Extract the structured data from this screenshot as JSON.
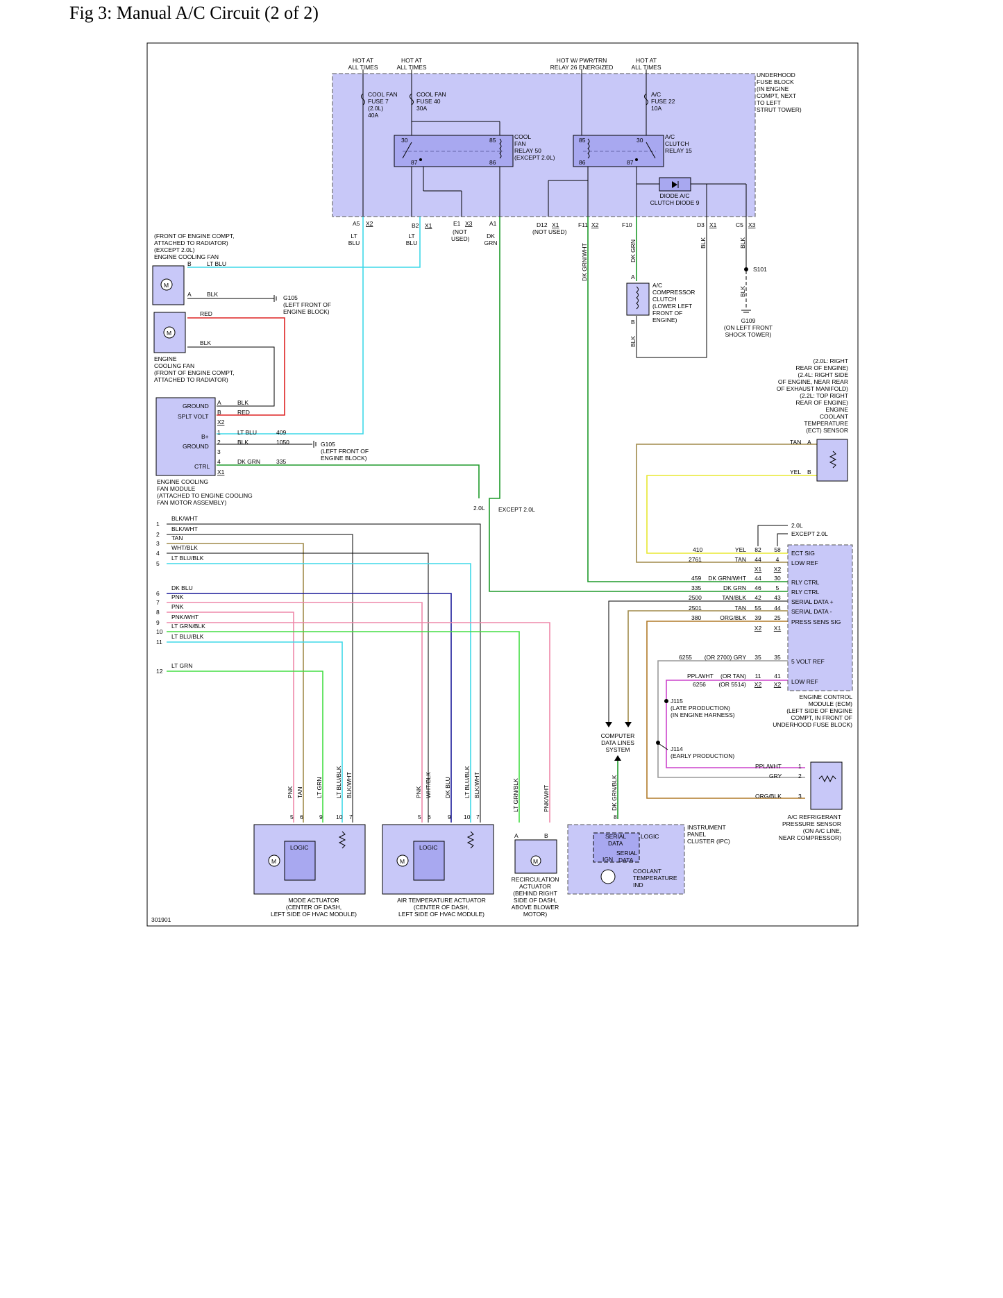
{
  "title": "Fig 3: Manual A/C Circuit (2 of 2)",
  "figure_id": "301901",
  "power": {
    "hot1": [
      "HOT AT",
      "ALL TIMES"
    ],
    "hot2": [
      "HOT AT",
      "ALL TIMES"
    ],
    "hot3": [
      "HOT W/ PWR/TRN",
      "RELAY 26 ENERGIZED"
    ],
    "hot4": [
      "HOT AT",
      "ALL TIMES"
    ]
  },
  "fuse_block": [
    "UNDERHOOD",
    "FUSE BLOCK",
    "(IN ENGINE",
    "COMPT, NEXT",
    "TO LEFT",
    "STRUT TOWER)"
  ],
  "fuses": {
    "f7": [
      "COOL FAN",
      "FUSE 7",
      "(2.0L)",
      "40A"
    ],
    "f40": [
      "COOL FAN",
      "FUSE 40",
      "30A"
    ],
    "f22": [
      "A/C",
      "FUSE 22",
      "10A"
    ]
  },
  "relays": {
    "r50": [
      "COOL",
      "FAN",
      "RELAY 50",
      "(EXCEPT 2.0L)"
    ],
    "r15": [
      "A/C",
      "CLUTCH",
      "RELAY 15"
    ],
    "pins": {
      "p30": "30",
      "p85": "85",
      "p87": "87",
      "p86": "86"
    }
  },
  "diode": [
    "DIODE A/C",
    "CLUTCH DIODE 9"
  ],
  "fb_conn": {
    "a5": "A5",
    "x2": "X2",
    "b2": "B2",
    "x1": "X1",
    "e1": "E1",
    "x3": "X3",
    "a1": "A1",
    "d12": "D12",
    "f11": "F11",
    "f10": "F10",
    "d3": "D3",
    "c5": "C5",
    "not_used": [
      "(NOT",
      "USED)"
    ],
    "not_used2": "(NOT USED)"
  },
  "wires": {
    "lt_blu": "LT BLU",
    "lt": "LT",
    "blu": "BLU",
    "dk": "DK",
    "grn": "GRN",
    "dk_grn": "DK GRN",
    "dk_grnwht": "DK GRN/WHT",
    "blk": "BLK",
    "red": "RED",
    "tan": "TAN",
    "yel": "YEL",
    "pnk": "PNK",
    "lt_grn": "LT GRN",
    "lt_blublk": "LT BLU/BLK",
    "blkwht": "BLK/WHT",
    "whtblk": "WHT/BLK",
    "dk_blu": "DK BLU",
    "lt_grnblk": "LT GRN/BLK",
    "pnkwht": "PNK/WHT",
    "dk_grnblk": "DK GRN/BLK",
    "whtblk2": "WHT/BLK",
    "lt_blublk2": "LT BLU/BLK",
    "pplwht": "PPL/WHT",
    "gry": "GRY",
    "orgblk": "ORG/BLK"
  },
  "fan_motor1": [
    "(FRONT OF ENGINE COMPT,",
    "ATTACHED TO RADIATOR)",
    "(EXCEPT 2.0L)",
    "ENGINE COOLING FAN"
  ],
  "fan_motor2": [
    "ENGINE",
    "COOLING FAN",
    "(FRONT OF ENGINE COMPT,",
    "ATTACHED TO RADIATOR)"
  ],
  "g105a": [
    "G105",
    "(LEFT FRONT OF",
    "ENGINE BLOCK)"
  ],
  "g105b": [
    "G105",
    "(LEFT FRONT OF",
    "ENGINE BLOCK)"
  ],
  "fan_module": {
    "pins": [
      "GROUND",
      "SPLT VOLT",
      "B+",
      "GROUND",
      "CTRL"
    ],
    "label": [
      "ENGINE COOLING",
      "FAN MODULE",
      "(ATTACHED TO ENGINE COOLING",
      "FAN MOTOR ASSEMBLY)"
    ],
    "circuits": [
      "409",
      "1050",
      "335"
    ],
    "pin_a": "A",
    "pin_b": "B",
    "p1": "1",
    "p2": "2",
    "p3": "3",
    "p4": "4"
  },
  "ac_clutch": [
    "A/C",
    "COMPRESSOR",
    "CLUTCH",
    "(LOWER LEFT",
    "FRONT OF",
    "ENGINE)"
  ],
  "s101": "S101",
  "g109": [
    "G109",
    "(ON LEFT FRONT",
    "SHOCK TOWER)"
  ],
  "ect_sensor": [
    "(2.0L: RIGHT",
    "REAR OF ENGINE)",
    "(2.4L: RIGHT SIDE",
    "OF ENGINE, NEAR REAR",
    "OF EXHAUST MANIFOLD)",
    "(2.2L: TOP RIGHT",
    "REAR OF ENGINE)",
    "ENGINE",
    "COOLANT",
    "TEMPERATURE",
    "(ECT) SENSOR"
  ],
  "splice": {
    "l20": "2.0L",
    "except": "EXCEPT 2.0L"
  },
  "harness_rows": [
    {
      "n": "1",
      "c": "BLK/WHT"
    },
    {
      "n": "2",
      "c": "BLK/WHT"
    },
    {
      "n": "3",
      "c": "TAN"
    },
    {
      "n": "4",
      "c": "WHT/BLK"
    },
    {
      "n": "5",
      "c": "LT BLU/BLK"
    },
    {
      "n": "6",
      "c": "DK BLU"
    },
    {
      "n": "7",
      "c": "PNK"
    },
    {
      "n": "8",
      "c": "PNK"
    },
    {
      "n": "9",
      "c": "PNK/WHT"
    },
    {
      "n": "10",
      "c": "LT GRN/BLK"
    },
    {
      "n": "11",
      "c": "LT BLU/BLK"
    },
    {
      "n": "12",
      "c": "LT GRN"
    }
  ],
  "ecm_rows": [
    {
      "circ": "410",
      "col": "YEL",
      "a": "82",
      "b": "58",
      "name": "ECT SIG"
    },
    {
      "circ": "2761",
      "col": "TAN",
      "a": "44",
      "b": "4",
      "name": "LOW REF"
    },
    {
      "circ": "459",
      "col": "DK GRN/WHT",
      "a": "44",
      "b": "30",
      "name": "RLY CTRL"
    },
    {
      "circ": "335",
      "col": "DK GRN",
      "a": "46",
      "b": "5",
      "name": "RLY CTRL"
    },
    {
      "circ": "2500",
      "col": "TAN/BLK",
      "a": "42",
      "b": "43",
      "name": "SERIAL DATA +"
    },
    {
      "circ": "2501",
      "col": "TAN",
      "a": "55",
      "b": "44",
      "name": "SERIAL DATA -"
    },
    {
      "circ": "380",
      "col": "ORG/BLK",
      "a": "39",
      "b": "25",
      "name": "PRESS SENS SIG"
    }
  ],
  "ecm": {
    "legend_20": "2.0L",
    "legend_ex": "EXCEPT 2.0L",
    "x1": "X1",
    "x2": "X2",
    "r8_circ": "6255",
    "r8_col": "(OR 2700) GRY",
    "r8_a": "35",
    "r8_b": "35",
    "r8_name": "5 VOLT REF",
    "r9_col1": "PPL/WHT",
    "r9_col2": "(OR TAN)",
    "r9_a": "11",
    "r9_b": "41",
    "r10_circ": "6256",
    "r10_col": "(OR 5514)",
    "r10_name": "LOW REF",
    "label": [
      "ENGINE CONTROL",
      "MODULE (ECM)",
      "(LEFT SIDE OF ENGINE",
      "COMPT, IN FRONT OF",
      "UNDERHOOD FUSE BLOCK)"
    ]
  },
  "j115": [
    "J115",
    "(LATE PRODUCTION)",
    "(IN ENGINE HARNESS)"
  ],
  "j114": [
    "J114",
    "(EARLY PRODUCTION)"
  ],
  "cdl": [
    "COMPUTER",
    "DATA LINES",
    "SYSTEM"
  ],
  "pressure_sensor": [
    "A/C REFRIGERANT",
    "PRESSURE SENSOR",
    "(ON A/C LINE,",
    "NEAR COMPRESSOR)"
  ],
  "ps_pins": [
    "1",
    "2",
    "3"
  ],
  "ipc": {
    "label": [
      "INSTRUMENT",
      "PANEL",
      "CLUSTER (IPC)"
    ],
    "serial1": [
      "SERIAL",
      "DATA"
    ],
    "serial2": [
      "SERIAL",
      "DATA"
    ],
    "ign": "IGN",
    "logic": "LOGIC",
    "coolant": [
      "COOLANT",
      "TEMPERATURE",
      "IND"
    ],
    "pin": "8"
  },
  "mode_actuator": {
    "label": [
      "MODE ACTUATOR",
      "(CENTER OF DASH,",
      "LEFT SIDE OF HVAC MODULE)"
    ],
    "logic": "LOGIC",
    "pins": [
      "5",
      "6",
      "9",
      "10",
      "7"
    ]
  },
  "air_actuator": {
    "label": [
      "AIR TEMPERATURE ACTUATOR",
      "(CENTER OF DASH,",
      "LEFT SIDE OF HVAC MODULE)"
    ],
    "logic": "LOGIC",
    "pins": [
      "5",
      "6",
      "9",
      "10",
      "7"
    ]
  },
  "recirc": {
    "label": [
      "RECIRCULATION",
      "ACTUATOR",
      "(BEHIND RIGHT",
      "SIDE OF DASH,",
      "ABOVE BLOWER",
      "MOTOR)"
    ],
    "pin_a": "A",
    "pin_b": "B"
  },
  "colors": {
    "ltblu": "#3fd8e8",
    "dkgrn": "#1e9a2a",
    "red": "#dd2222",
    "blk": "#333333",
    "tan": "#a08a4a",
    "yel": "#e8e830",
    "pnk": "#ee88aa",
    "ltgrn": "#44dd44",
    "dkblu": "#1a1a99",
    "ppl": "#cc44cc",
    "gry": "#999999",
    "org": "#b07a28",
    "box": "#c8c8f8",
    "relay": "#a8a8f0"
  }
}
